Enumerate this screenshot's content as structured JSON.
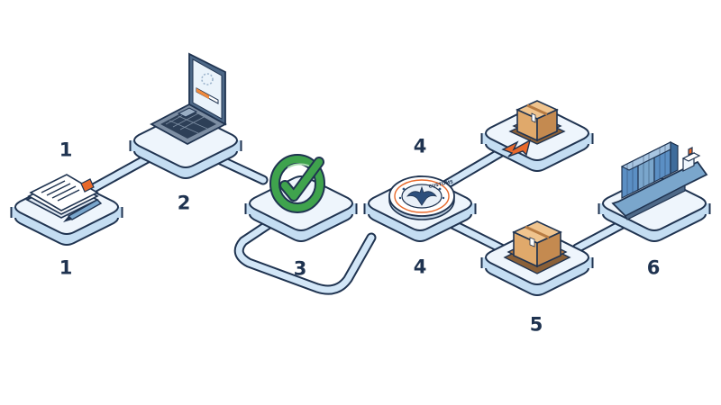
{
  "colors": {
    "background": "#ffffff",
    "platform_top": "#eef5fc",
    "platform_side": "#c4ddf2",
    "outline": "#1f3350",
    "path_fill": "#d2e6f7",
    "label": "#1f3350",
    "check_green": "#3fa34d",
    "box_tan": "#e0a96b",
    "box_dark": "#b87c43",
    "arrow_orange": "#e8692b",
    "ship_hull": "#7aa6cc",
    "container_blue": "#5b8fc4",
    "loading_orange": "#f08a3c"
  },
  "steps": [
    {
      "id": "documents",
      "icon": "document-stack-icon",
      "labels": [
        "1",
        "1"
      ]
    },
    {
      "id": "online-filing",
      "icon": "laptop-loading-icon",
      "labels": [
        "2"
      ]
    },
    {
      "id": "approval",
      "icon": "checkmark-icon",
      "labels": [
        "3"
      ]
    },
    {
      "id": "customs",
      "icon": "customs-seal-icon",
      "labels": [
        "4",
        "4"
      ],
      "seal_text": "CUSTOMS"
    },
    {
      "id": "cargo-pickup",
      "icon": "box-with-arrow-icon",
      "labels": []
    },
    {
      "id": "cargo-staging",
      "icon": "box-on-pallet-icon",
      "labels": [
        "5"
      ]
    },
    {
      "id": "shipping",
      "icon": "cargo-ship-icon",
      "labels": [
        "6"
      ]
    }
  ]
}
